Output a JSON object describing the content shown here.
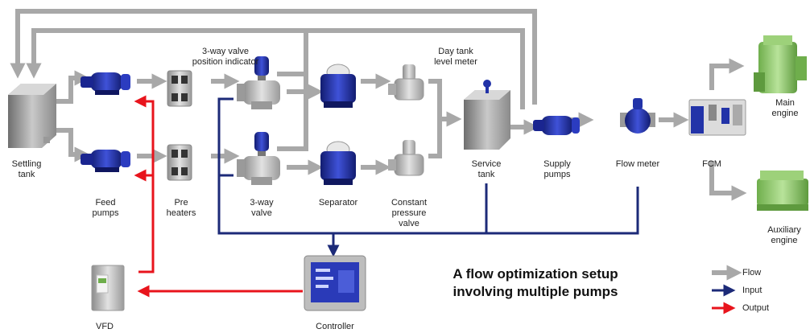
{
  "title": {
    "line1": "A flow optimization setup",
    "line2": "involving multiple pumps"
  },
  "labels": {
    "settling_tank": [
      "Settling",
      "tank"
    ],
    "feed_pumps": [
      "Feed",
      "pumps"
    ],
    "pre_heaters": [
      "Pre",
      "heaters"
    ],
    "three_way_valve": [
      "3-way",
      "valve"
    ],
    "three_way_valve_indicator": [
      "3-way valve",
      "position indicator"
    ],
    "separator": "Separator",
    "constant_pressure_valve": [
      "Constant",
      "pressure",
      "valve"
    ],
    "day_tank_level_meter": [
      "Day tank",
      "level meter"
    ],
    "service_tank": [
      "Service",
      "tank"
    ],
    "supply_pumps": [
      "Supply",
      "pumps"
    ],
    "flow_meter": "Flow meter",
    "fcm": "FCM",
    "main_engine": [
      "Main",
      "engine"
    ],
    "auxiliary_engine": [
      "Auxiliary",
      "engine"
    ],
    "vfd": "VFD",
    "controller": "Controller"
  },
  "legend": [
    {
      "label": "Flow",
      "color": "#a8a8a8"
    },
    {
      "label": "Input",
      "color": "#1c2a78"
    },
    {
      "label": "Output",
      "color": "#e8141c"
    }
  ],
  "colors": {
    "flow": "#a8a8a8",
    "input": "#1c2a78",
    "output": "#e8141c",
    "pump_blue": "#2233a8",
    "engine_green": "#8dc46a"
  }
}
